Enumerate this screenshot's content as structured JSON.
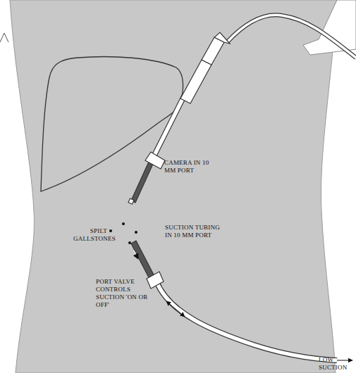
{
  "diagram": {
    "labels": [
      "CAMERA IN 10 MM PORT",
      "SPILT GALLSTONES",
      "SUCTION TUBING IN 10 MM PORT",
      "PORT VALVE CONTROLS SUCTION 'ON OR OFF'",
      "LOW SUCTION"
    ]
  }
}
